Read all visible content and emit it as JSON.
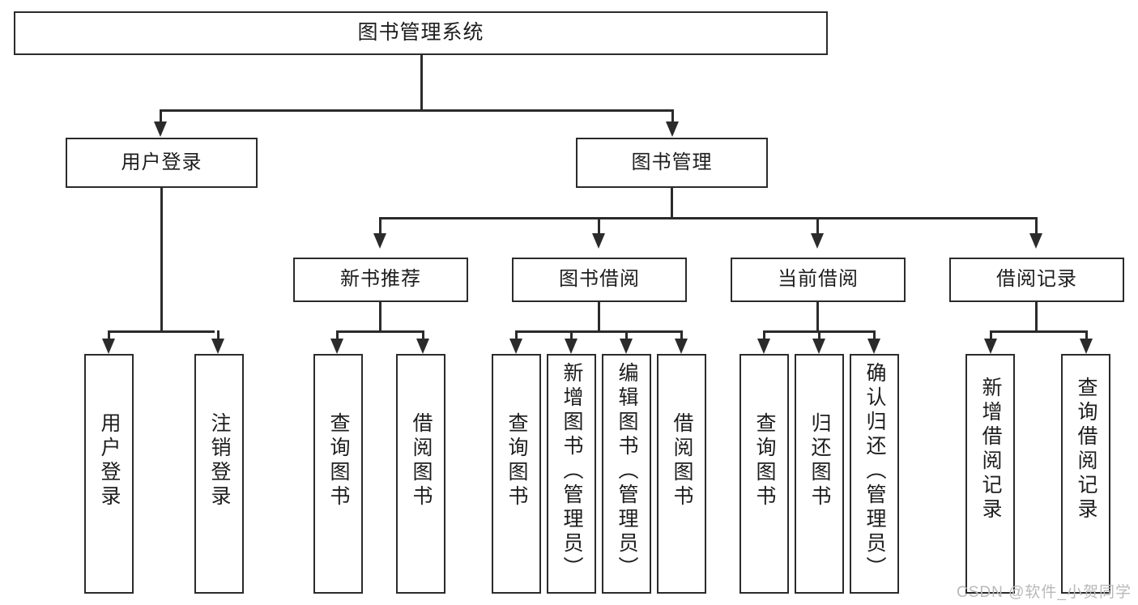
{
  "diagram": {
    "type": "tree-hierarchy-chart",
    "title": "图书管理系统",
    "watermark": "CSDN @软件_小贺同学",
    "colors": {
      "box_border": "#2b2b2b",
      "box_fill": "#ffffff",
      "connector": "#2b2b2b",
      "text": "#1d1d1d",
      "watermark": "#b9b9b9",
      "background": "#ffffff"
    }
  },
  "root": {
    "label": "图书管理系统"
  },
  "level2": [
    {
      "label": "用户登录"
    },
    {
      "label": "图书管理"
    }
  ],
  "level3": [
    {
      "label": "新书推荐"
    },
    {
      "label": "图书借阅"
    },
    {
      "label": "当前借阅"
    },
    {
      "label": "借阅记录"
    }
  ],
  "leaves": {
    "user_login": [
      {
        "label": "用户登录"
      },
      {
        "label": "注销登录"
      }
    ],
    "new_book_recommend": [
      {
        "label": "查询图书"
      },
      {
        "label": "借阅图书"
      }
    ],
    "book_borrow": [
      {
        "label": "查询图书"
      },
      {
        "label": "新增图书（管理员）"
      },
      {
        "label": "编辑图书（管理员）"
      },
      {
        "label": "借阅图书"
      }
    ],
    "current_borrow": [
      {
        "label": "查询图书"
      },
      {
        "label": "归还图书"
      },
      {
        "label": "确认归还（管理员）"
      }
    ],
    "borrow_record": [
      {
        "label": "新增借阅记录"
      },
      {
        "label": "查询借阅记录"
      }
    ]
  }
}
